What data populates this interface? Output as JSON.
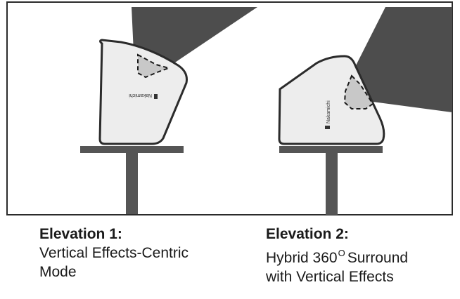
{
  "colors": {
    "frame": "#2b2b2b",
    "speaker_fill": "#ededed",
    "speaker_stroke": "#2b2b2b",
    "stand": "#555555",
    "sound_beam": "#4d4d4d",
    "driver_fill": "#c8c8c8"
  },
  "speaker1": {
    "brand": "Nakamichi"
  },
  "speaker2": {
    "brand": "Nakamichi"
  },
  "captions": {
    "elevation1": {
      "title": "Elevation 1:",
      "line1": "Vertical Effects-Centric",
      "line2": "Mode"
    },
    "elevation2": {
      "title": "Elevation 2:",
      "line1a": "Hybrid 360",
      "degree": "O",
      "line1b": "Surround",
      "line2": "with Vertical Effects"
    }
  }
}
